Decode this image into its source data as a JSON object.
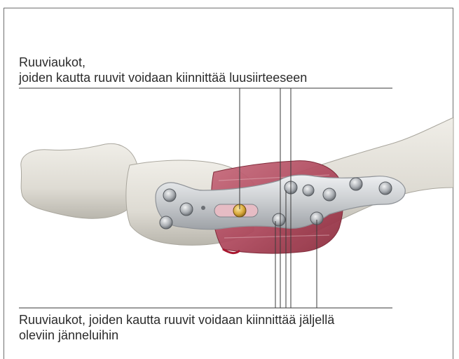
{
  "figure": {
    "top_callout": {
      "line1": "Ruuviaukot,",
      "line2": "joiden kautta ruuvit voidaan kiinnittää luusiirteeseen"
    },
    "bottom_callout": {
      "line1": "Ruuviaukot, joiden kautta ruuvit voidaan kiinnittää jäljellä",
      "line2": "oleviin jänneluihin"
    }
  },
  "colors": {
    "bone": "#e3e1da",
    "bone_shadow": "#b9b6ad",
    "graft": "#b8566a",
    "graft_dark": "#8c2d3e",
    "plate": "#c9cccf",
    "plate_edge": "#8e9297",
    "screw_gold": "#d9a93a",
    "leader_line": "#3a3a3a"
  }
}
